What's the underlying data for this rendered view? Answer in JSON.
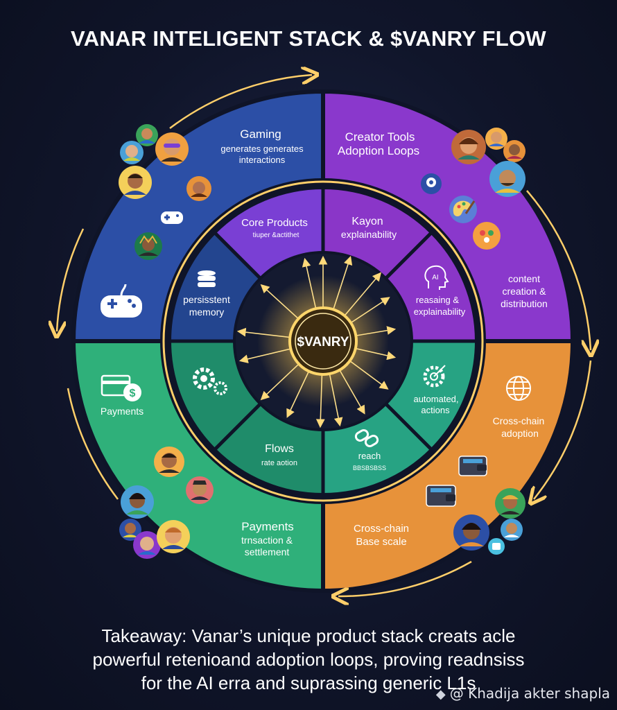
{
  "title": "VANAR INTELIGENT STACK & $VANRY FLOW",
  "center": {
    "label": "$VANRY"
  },
  "outer_ring": {
    "gaming": {
      "title": "Gaming",
      "line1": "generates generates",
      "line2": "interactions"
    },
    "creator": {
      "title1": "Creator Tools",
      "title2": "Adoption Loops"
    },
    "content": {
      "line1": "content",
      "line2": "creation &",
      "line3": "distribution"
    },
    "payments_left": {
      "label": "Payments"
    },
    "payments": {
      "title": "Payments",
      "line1": "trnsaction &",
      "line2": "settlement"
    },
    "crosschain_right": {
      "line1": "Cross-chain",
      "line2": "adoption"
    },
    "crosschain_base": {
      "line1": "Cross-chain",
      "line2": "Base scale"
    }
  },
  "inner_ring": {
    "core_products": {
      "title": "Core Products",
      "sub": "tiuper &actithet"
    },
    "kayon": {
      "title": "Kayon",
      "sub": "explainability"
    },
    "memory": {
      "line1": "persisstent",
      "line2": "memory"
    },
    "reasoning": {
      "line1": "reasaing &",
      "line2": "explainability"
    },
    "automated": {
      "line1": "automated,",
      "line2": "actions"
    },
    "flows": {
      "title": "Flows",
      "sub": "rate aotion"
    },
    "reach": {
      "title": "reach",
      "sub": "BBSBSBSS"
    }
  },
  "takeaway": {
    "line1": "Takeaway: Vanar’s unique product stack creats acle",
    "line2": "powerful retenioand adoption loops, proving readnsiss",
    "line3": "for the AI erra and suprassing generic L1s"
  },
  "credit": "@ Khadija akter shapla",
  "colors": {
    "gaming_blue": "#2c4fa6",
    "creator_purple": "#8a38cc",
    "payments_green": "#2fb07a",
    "crosschain_orange": "#e7923a",
    "gold": "#ffc94d"
  },
  "icons": [
    "gamepad-icon",
    "database-icon",
    "ai-head-icon",
    "gears-icon",
    "target-gear-icon",
    "card-dollar-icon",
    "link-icon",
    "globe-icon",
    "wallet-icon",
    "palette-icon"
  ]
}
